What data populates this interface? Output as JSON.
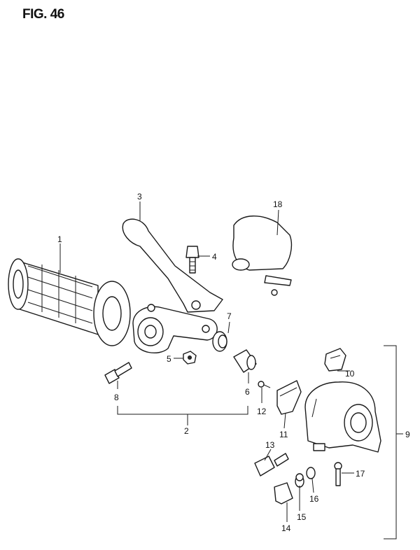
{
  "figure": {
    "title": "FIG. 46"
  },
  "callouts": {
    "p1": "1",
    "p2": "2",
    "p3": "3",
    "p4": "4",
    "p5": "5",
    "p6": "6",
    "p7": "7",
    "p8": "8",
    "p9": "9",
    "p10": "10",
    "p11": "11",
    "p12": "12",
    "p13": "13",
    "p14": "14",
    "p15": "15",
    "p16": "16",
    "p17": "17",
    "p18": "18"
  }
}
